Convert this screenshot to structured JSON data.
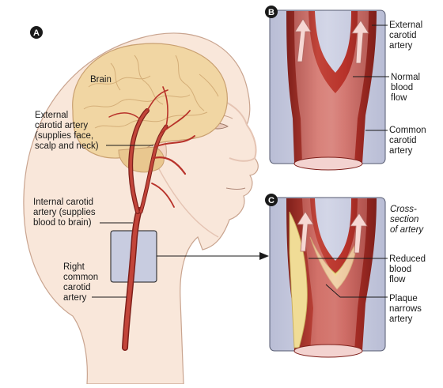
{
  "panels": {
    "a": {
      "badge": "A"
    },
    "b": {
      "badge": "B"
    },
    "c": {
      "badge": "C"
    }
  },
  "labels": {
    "brain": "Brain",
    "external_carotid_a": [
      "External",
      "carotid artery",
      "(supplies face,",
      "scalp and neck)"
    ],
    "internal_carotid": [
      "Internal carotid",
      "artery (supplies",
      "blood to brain)"
    ],
    "right_common_carotid": [
      "Right",
      "common",
      "carotid",
      "artery"
    ],
    "external_carotid_b": [
      "External",
      "carotid",
      "artery"
    ],
    "normal_blood_flow": [
      "Normal",
      "blood",
      "flow"
    ],
    "common_carotid_b": [
      "Common",
      "carotid",
      "artery"
    ],
    "cross_section": [
      "Cross-",
      "section",
      "of artery"
    ],
    "reduced_blood_flow": [
      "Reduced",
      "blood",
      "flow"
    ],
    "plaque": [
      "Plaque",
      "narrows",
      "artery"
    ]
  },
  "colors": {
    "artery": "#b8322a",
    "artery_dark": "#7e1f1a",
    "panel_bg": "#c8cce0",
    "brain": "#f1d6a3",
    "skin": "#f9e7da",
    "plaque": "#f0dc96",
    "badge": "#1a1a1a"
  }
}
